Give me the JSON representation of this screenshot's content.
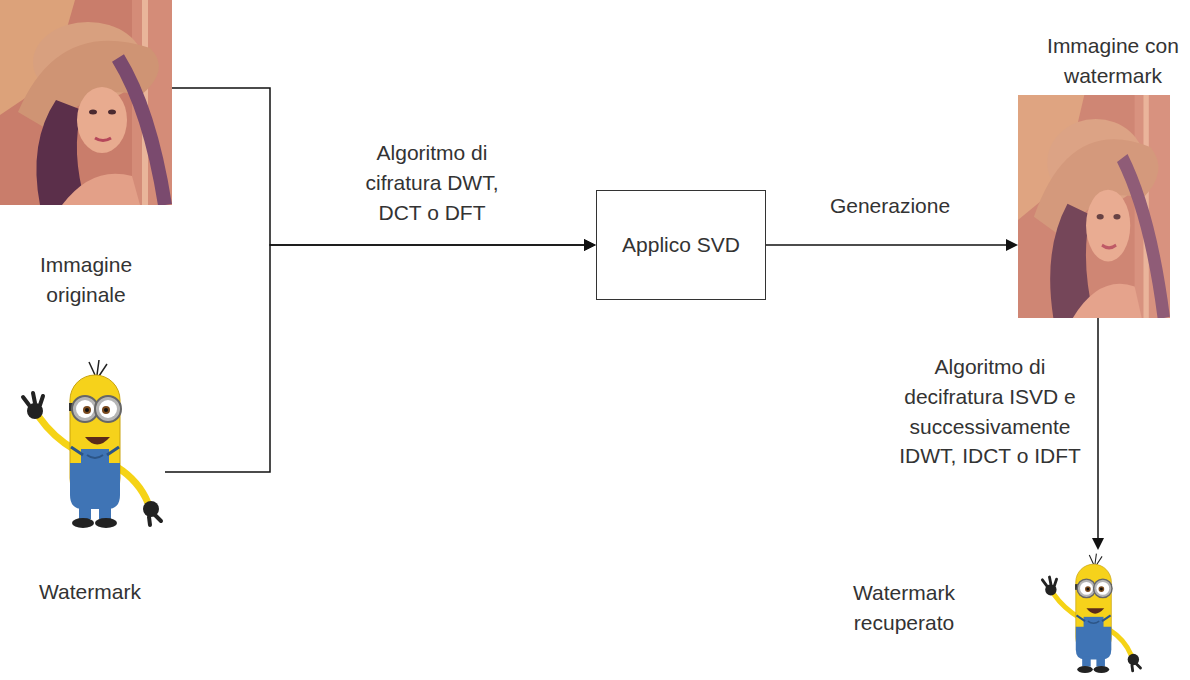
{
  "diagram": {
    "nodes": [
      {
        "text": [
          "Immagine originale"
        ]
      },
      {
        "text": [
          "Watermark"
        ]
      },
      {
        "text": [
          "Applico SVD"
        ]
      },
      {
        "text": [
          "Immagine con watermark"
        ]
      },
      {
        "text": [
          "Watermark recuperato"
        ]
      }
    ],
    "edges": [
      {
        "from": 0,
        "to": 2,
        "arrow": "to",
        "label": "Algoritmo di cifratura DWT, DCT o DFT"
      },
      {
        "from": 1,
        "to": 2,
        "arrow": "to"
      },
      {
        "from": 2,
        "to": 3,
        "arrow": "to",
        "label": "Generazione"
      },
      {
        "from": 3,
        "to": 4,
        "arrow": "to",
        "label": "Algoritmo di decifratura ISVD e successivamente IDWT, IDCT o IDFT"
      }
    ]
  }
}
